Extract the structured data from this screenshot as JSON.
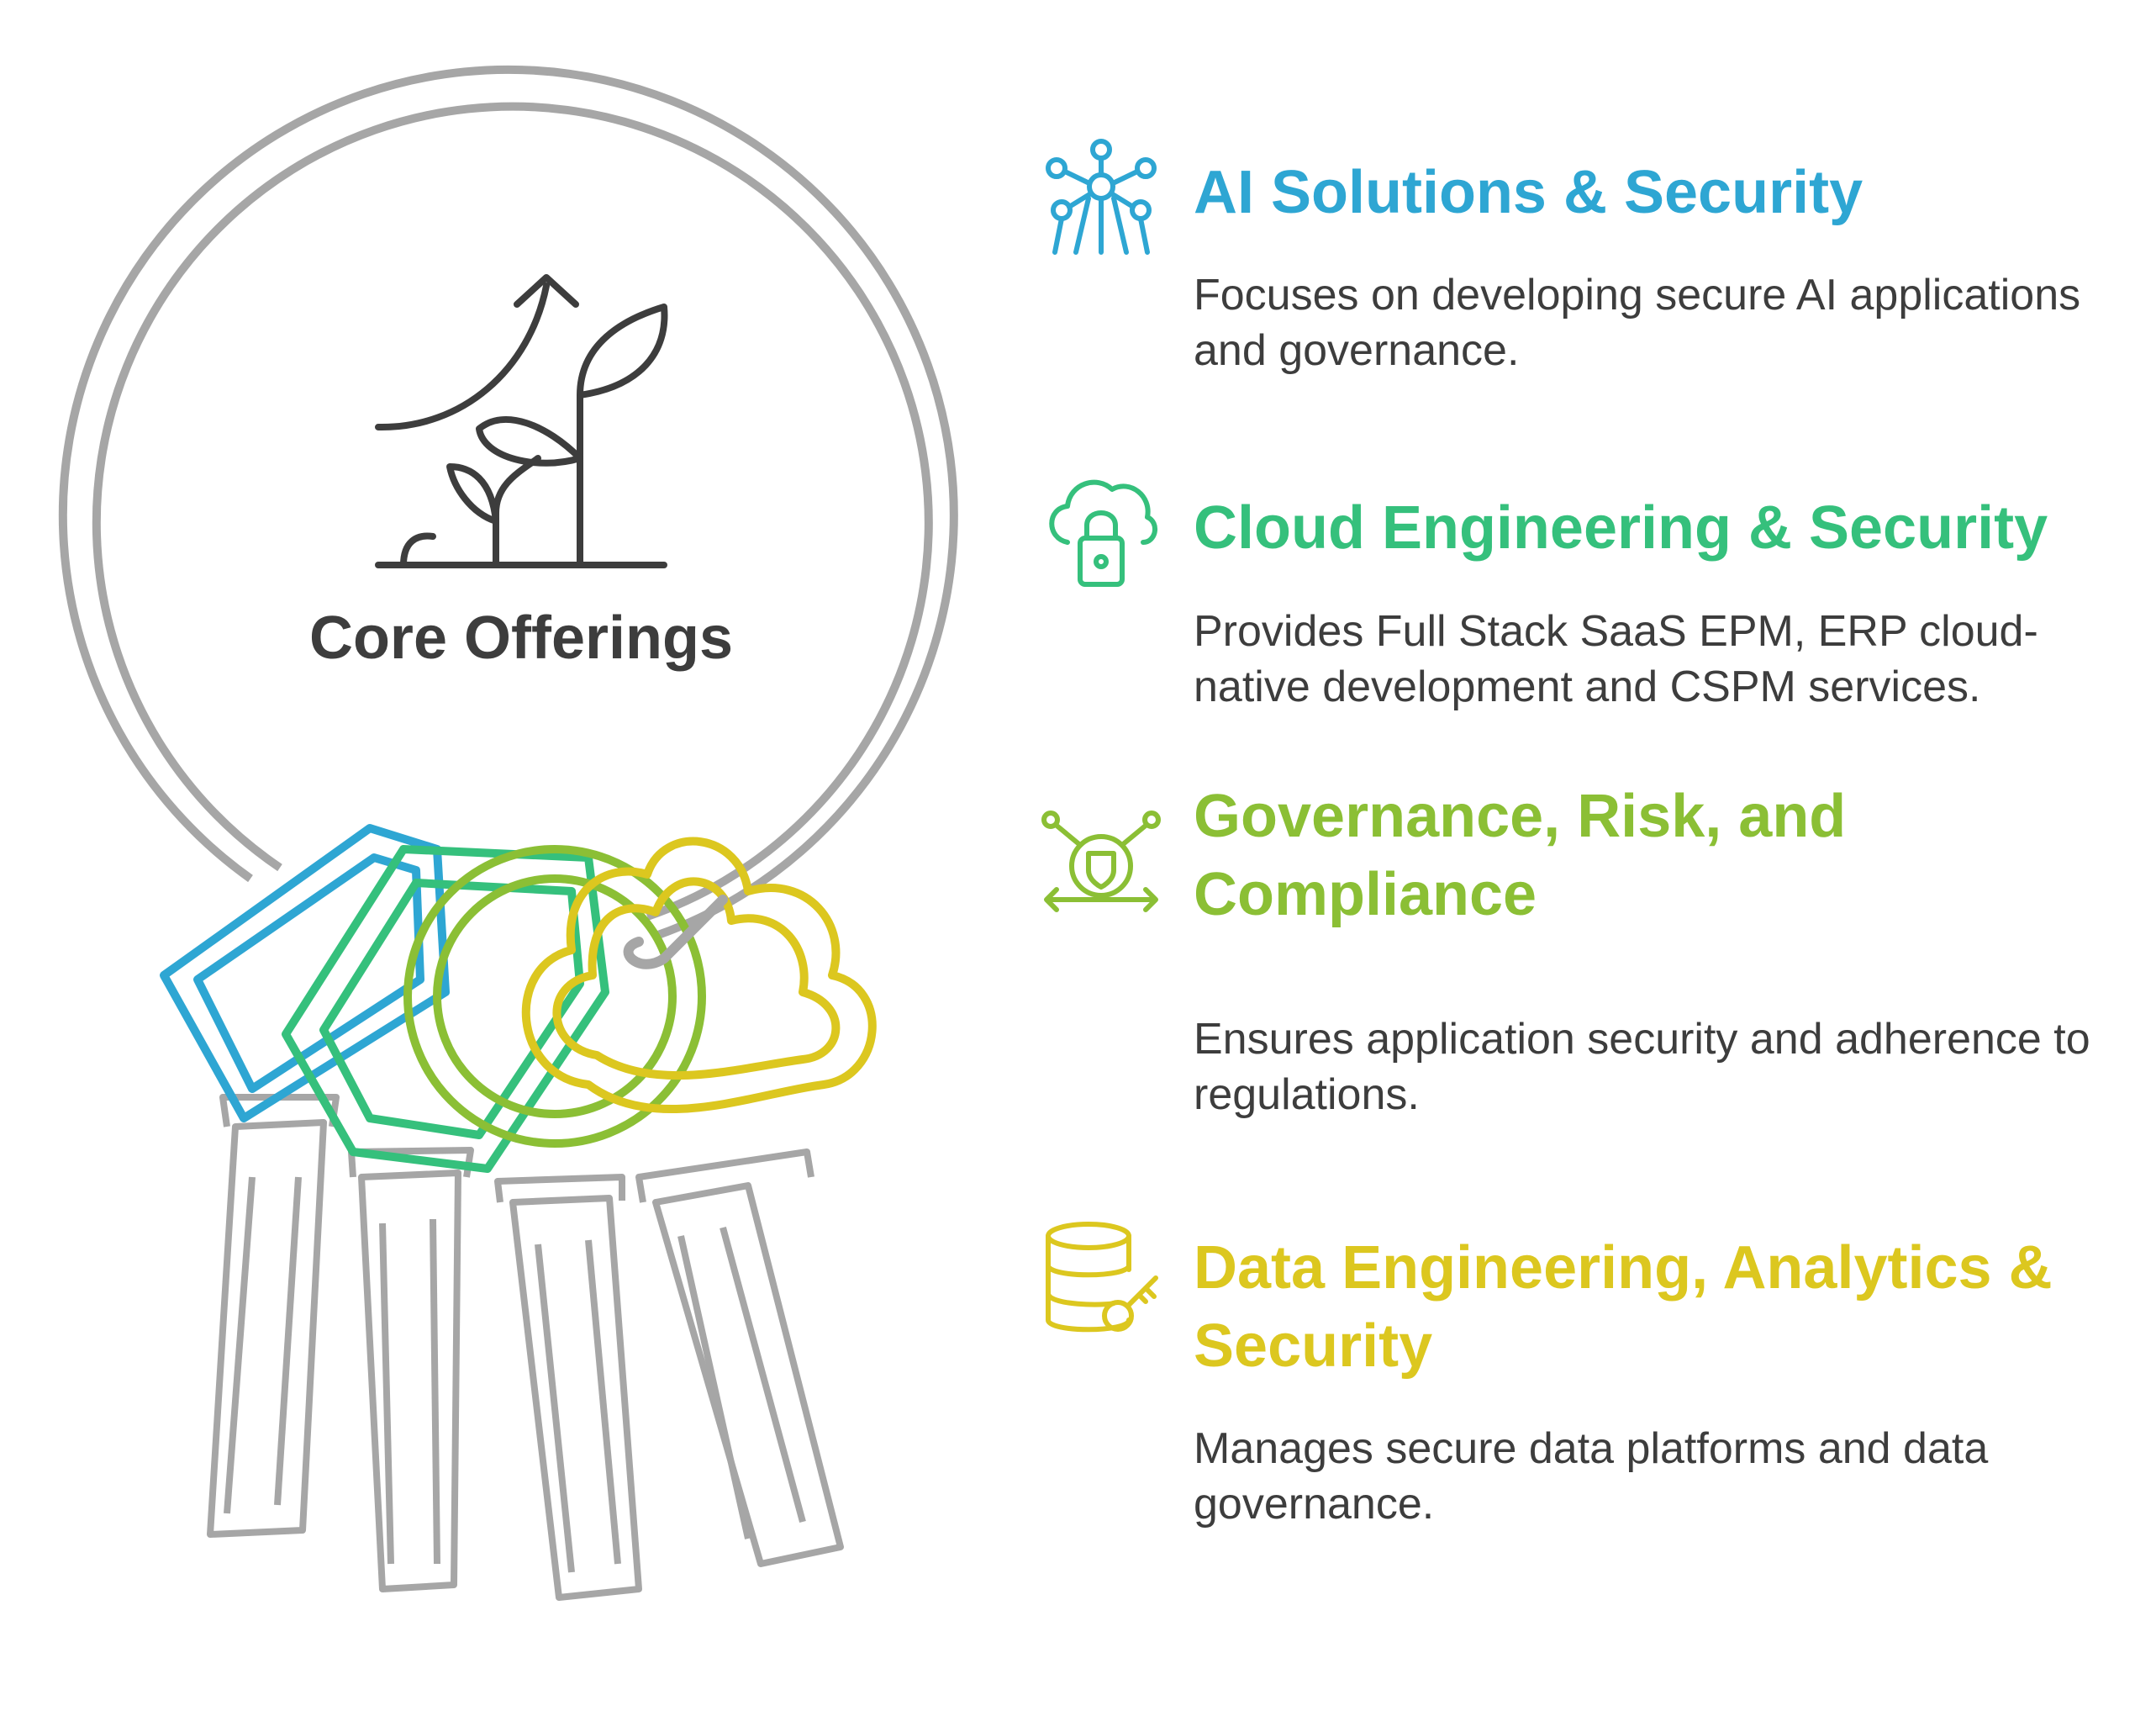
{
  "hub": {
    "title": "Core Offerings",
    "icon": "growth-plant-icon",
    "ring_color": "#a6a6a6",
    "icon_color": "#3d3d3d"
  },
  "offerings": [
    {
      "heading": "AI Solutions & Security",
      "description": "Focuses on developing secure AI applications and governance.",
      "icon": "ai-network-icon",
      "color": "#2ea6d3"
    },
    {
      "heading": "Cloud Engineering & Security",
      "description": "Provides Full Stack SaaS EPM,  ERP cloud-native development and CSPM services.",
      "icon": "cloud-lock-icon",
      "color": "#35c07c"
    },
    {
      "heading_line1": "Governance, Risk, and",
      "heading_line2": "Compliance",
      "description": "Ensures application security and adherence to regulations.",
      "icon": "shield-network-icon",
      "color": "#8bbf35"
    },
    {
      "heading_line1": "Data Engineering, Analytics &",
      "heading_line2": "Security",
      "description": "Manages secure data platforms and data governance.",
      "icon": "database-key-icon",
      "color": "#dcc71f"
    }
  ]
}
